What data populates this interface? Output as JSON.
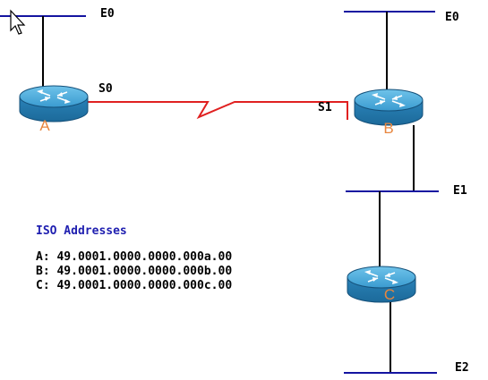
{
  "routers": [
    {
      "id": "A",
      "label": "A"
    },
    {
      "id": "B",
      "label": "B"
    },
    {
      "id": "C",
      "label": "C"
    }
  ],
  "interface_labels": {
    "a_e0": "E0",
    "a_s0": "S0",
    "b_s1": "S1",
    "b_e0": "E0",
    "b_e1": "E1",
    "c_e2": "E2"
  },
  "legend": {
    "title": "ISO Addresses",
    "addresses": [
      "A: 49.0001.0000.0000.000a.00",
      "B: 49.0001.0000.0000.000b.00",
      "C: 49.0001.0000.0000.000c.00"
    ]
  },
  "colors": {
    "ethernet": "#1414a0",
    "serial": "#e02020",
    "router_body": "#2f8fc0",
    "router_label": "#e8863e",
    "legend_title": "#1f1fb0"
  },
  "icons": {
    "router": "router-icon",
    "cursor": "mouse-pointer-icon"
  }
}
